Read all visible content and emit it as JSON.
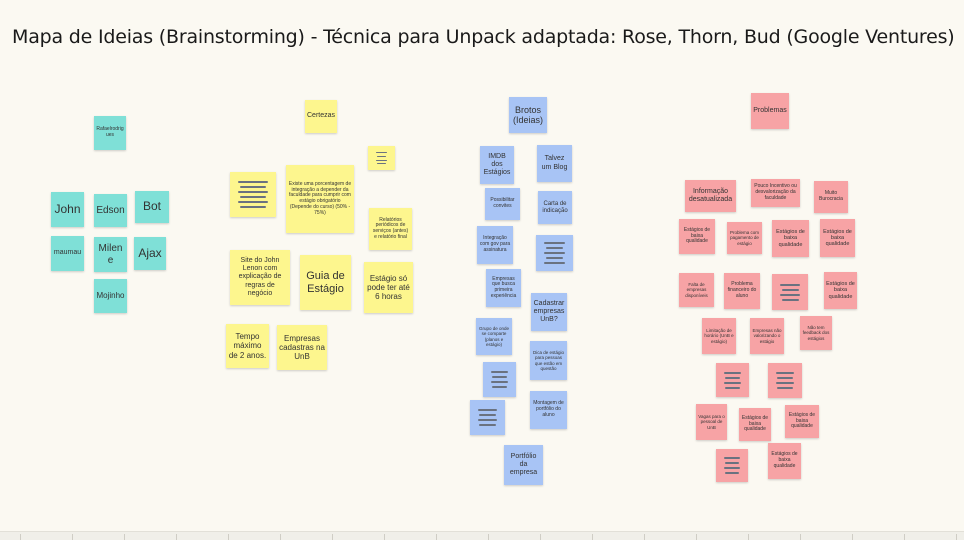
{
  "board": {
    "title": "Mapa de Ideias (Brainstorming) - Técnica para Unpack adaptada: Rose, Thorn, Bud (Google Ventures)"
  },
  "participants": {
    "header": "Rafaelrodrigues",
    "names": [
      "John",
      "Edson",
      "Bot",
      "maumau",
      "Milene",
      "Ajax",
      "Mojinho"
    ]
  },
  "roses": {
    "header": "Certezas",
    "notes": [
      "Existe uma porcentagem de integração a depender da faculdade para cumprir com estágio obrigatório (Depende do curso) (50% - 75%)",
      "Relatórios periódicos de serviços (antes) e relatório final",
      "Site do John Lenon com explicação de regras de negócio",
      "Guia de Estágio",
      "Estágio só pode ter até 6 horas",
      "Tempo máximo de 2 anos.",
      "Empresas cadastras na UnB"
    ]
  },
  "buds": {
    "header": "Brotos (Ideias)",
    "notes": [
      "IMDB dos Estágios",
      "Talvez um Blog",
      "Possibilitar convites",
      "Carta de indicação",
      "Integração com gov para assinatura",
      "Empresas que busca primeira experiência",
      "Cadastrar empresas UnB?",
      "Grupo de onde se comparte (planos e estágio)",
      "Dica de estágio para pessoas que estão em questão",
      "Montagem de portfólio do aluno",
      "Portfólio da empresa"
    ]
  },
  "thorns": {
    "header": "Problemas",
    "notes": [
      "Informação desatualizada",
      "Pouco Incentivo ou desvalorização da faculdade",
      "Muito Burocracia",
      "Estágios de baixa qualidade",
      "Problema com pagamento de estágio",
      "Estágios de baixa qualidade",
      "Estágios de baixa qualidade",
      "Falta de empresas disponíveis",
      "Problema financeiro do aluno",
      "Estágios de baixa qualidade",
      "Limitação de horário (UnB e estágio)",
      "Empresas não valorizando o estágio",
      "Não tem feedback dos estágios",
      "Vagas para o pessoal de UnB",
      "Estágios de baixa qualidade",
      "Estágios de baixa qualidade",
      "Estágios de baixa qualidade"
    ]
  }
}
